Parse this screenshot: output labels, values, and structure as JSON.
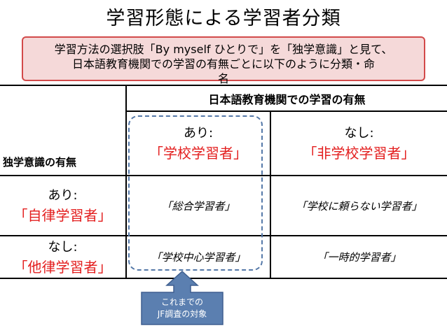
{
  "slide": {
    "title": "学習形態による学習者分類",
    "callout": "学習方法の選択肢「By myself ひとりで」を「独学意識」と見て、\n日本語教育機関での学習の有無ごとに以下のように分類・命\n名",
    "table": {
      "col_group_header": "日本語教育機関での学習の有無",
      "row_group_header": "独学意識の有無",
      "col_headers": [
        {
          "top": "あり:",
          "label": "「学校学習者」"
        },
        {
          "top": "なし:",
          "label": "「非学校学習者」"
        }
      ],
      "rows": [
        {
          "top": "あり:",
          "label": "「自律学習者」",
          "cells": [
            "「総合学習者」",
            "「学校に頼らない学習者」"
          ]
        },
        {
          "top": "なし:",
          "label": "「他律学習者」",
          "cells": [
            "「学校中心学習者」",
            "「一時的学習者」"
          ]
        }
      ]
    },
    "arrow_label": "これまでの\nJF調査の対象",
    "colors": {
      "emphasis": "#e31e1e",
      "callout_bg": "#f5d9d9",
      "callout_border": "#d24a4a",
      "arrow": "#5b7fb0",
      "dashed": "#5478a8"
    }
  }
}
